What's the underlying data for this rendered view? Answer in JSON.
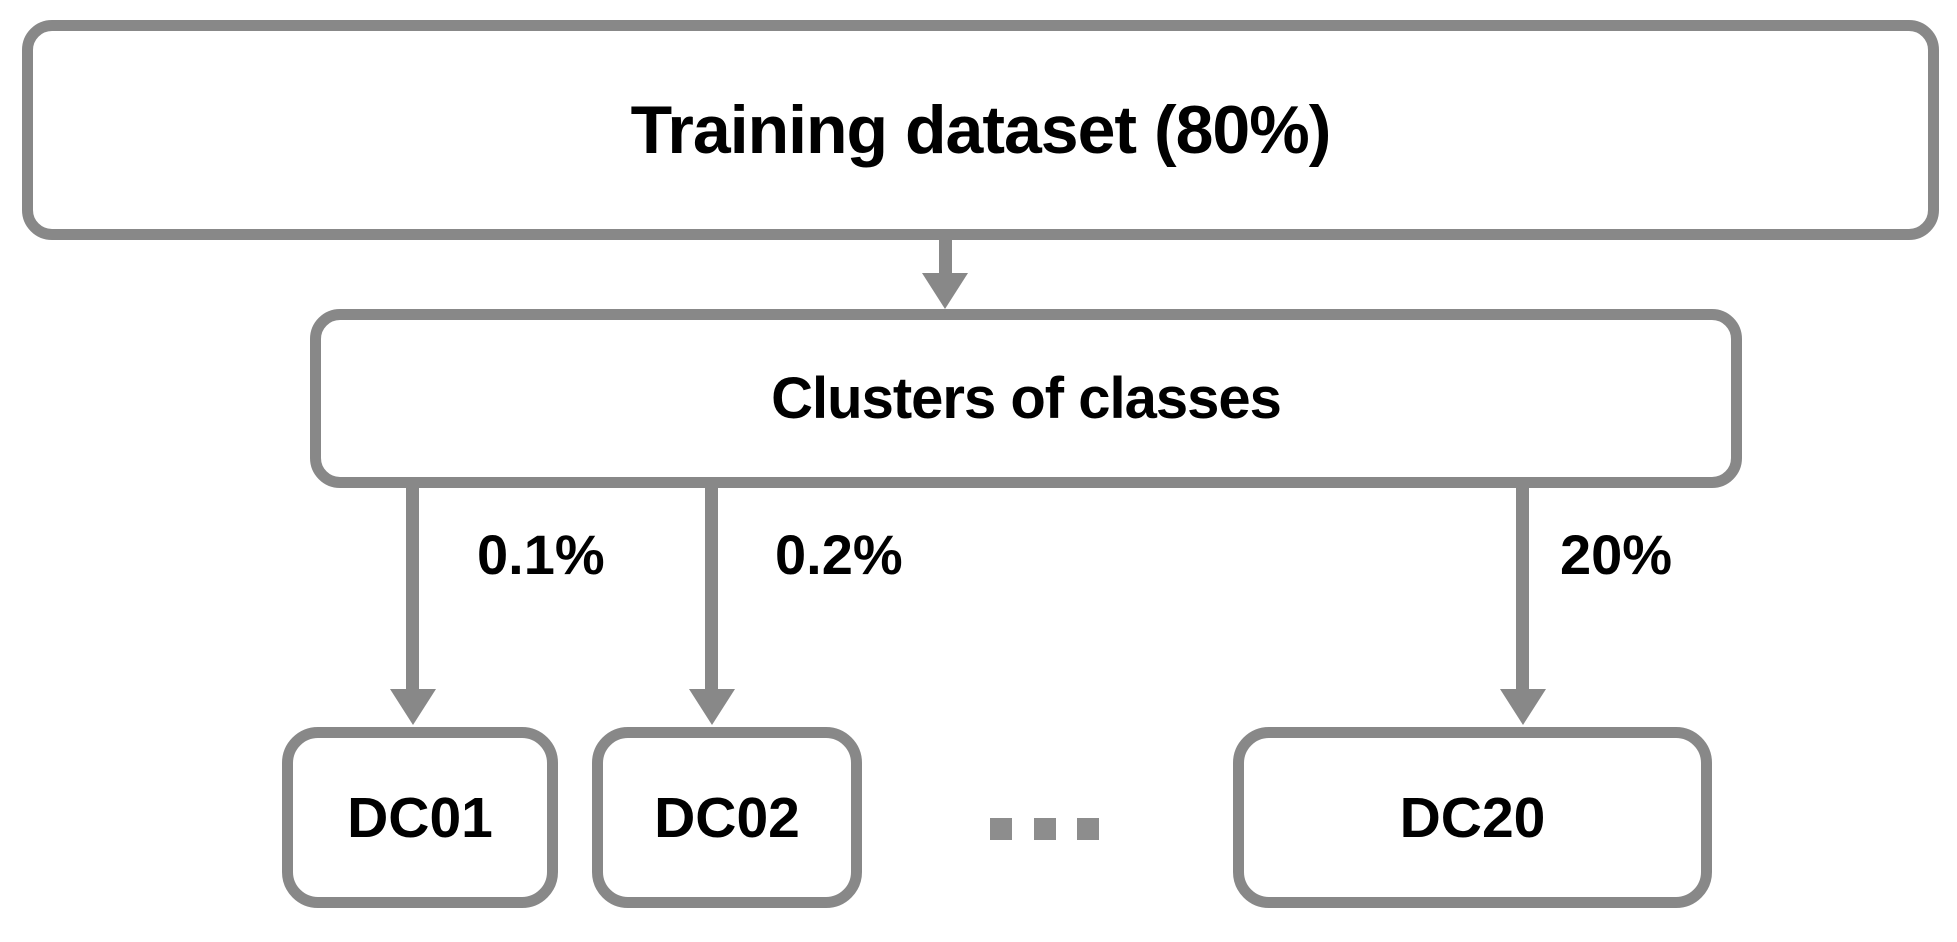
{
  "diagram": {
    "root": {
      "label": "Training dataset (80%)"
    },
    "cluster": {
      "label": "Clusters of classes"
    },
    "branches": [
      {
        "percent": "0.1%",
        "node": "DC01"
      },
      {
        "percent": "0.2%",
        "node": "DC02"
      },
      {
        "percent": "20%",
        "node": "DC20"
      }
    ],
    "colors": {
      "line": "#888888",
      "text": "#000000",
      "background": "#ffffff"
    }
  }
}
